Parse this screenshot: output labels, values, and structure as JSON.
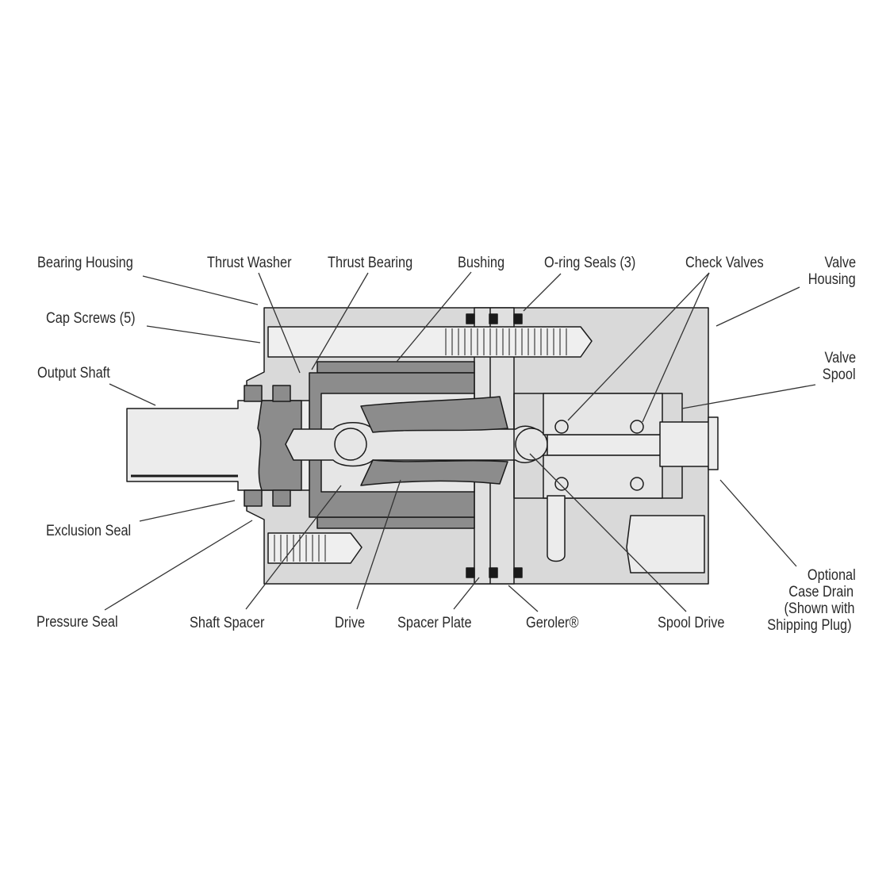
{
  "labels": {
    "bearing_housing": "Bearing Housing",
    "thrust_washer": "Thrust Washer",
    "thrust_bearing": "Thrust Bearing",
    "bushing": "Bushing",
    "o_ring_seals": "O-ring Seals (3)",
    "check_valves": "Check Valves",
    "valve_housing_1": "Valve",
    "valve_housing_2": "Housing",
    "cap_screws": "Cap Screws (5)",
    "output_shaft": "Output Shaft",
    "valve_spool_1": "Valve",
    "valve_spool_2": "Spool",
    "exclusion_seal": "Exclusion Seal",
    "optional_1": "Optional",
    "optional_2": "Case Drain",
    "optional_3": "(Shown with",
    "optional_4": "Shipping Plug)",
    "pressure_seal": "Pressure Seal",
    "shaft_spacer": "Shaft Spacer",
    "drive": "Drive",
    "spacer_plate": "Spacer Plate",
    "geroler": "Geroler®",
    "spool_drive": "Spool Drive"
  },
  "colors": {
    "housing": "#d9d9d9",
    "part_dark": "#8c8c8c",
    "part_light": "#e6e6e6",
    "outline": "#1a1a1a",
    "leader": "#333333",
    "text": "#2a2a2a"
  }
}
